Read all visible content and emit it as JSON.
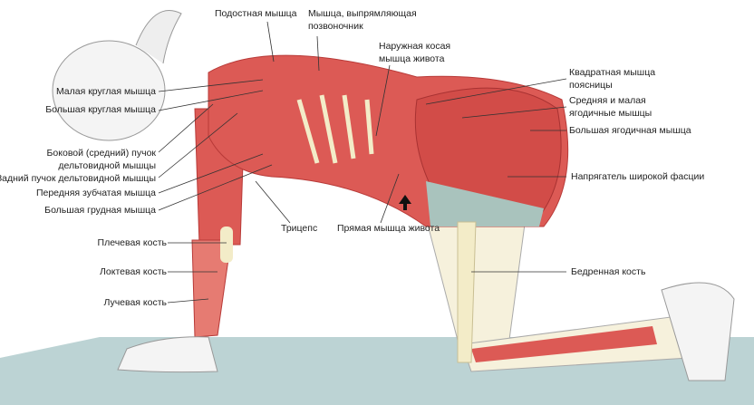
{
  "labels": {
    "infraspinatus": "Подостная мышца",
    "erector_spinae_1": "Мышца, выпрямляющая",
    "erector_spinae_2": "позвоночник",
    "external_oblique_1": "Наружная косая",
    "external_oblique_2": "мышца живота",
    "quadratus_1": "Квадратная мышца",
    "quadratus_2": "поясницы",
    "gluteus_med_1": "Средняя и малая",
    "gluteus_med_2": "ягодичные мышцы",
    "gluteus_max": "Большая ягодичная мышца",
    "tensor": "Напрягатель широкой фасции",
    "femur": "Бедренная кость",
    "teres_minor": "Малая круглая мышца",
    "teres_major": "Большая круглая мышца",
    "deltoid_lat_1": "Боковой (средний) пучок",
    "deltoid_lat_2": "дельтовидной мышцы",
    "deltoid_post": "Задний пучок дельтовидной мышцы",
    "serratus": "Передняя зубчатая мышца",
    "pectoralis": "Большая грудная мышца",
    "triceps": "Трицепс",
    "rectus_abdominis": "Прямая мышца живота",
    "humerus": "Плечевая кость",
    "ulna": "Локтевая кость",
    "radius": "Лучевая кость"
  },
  "colors": {
    "muscle": "#dc5a55",
    "muscle_dark": "#b83a38",
    "bone": "#f3ecc8",
    "mat": "#bcd3d4",
    "shorts": "#a9c3bd"
  }
}
